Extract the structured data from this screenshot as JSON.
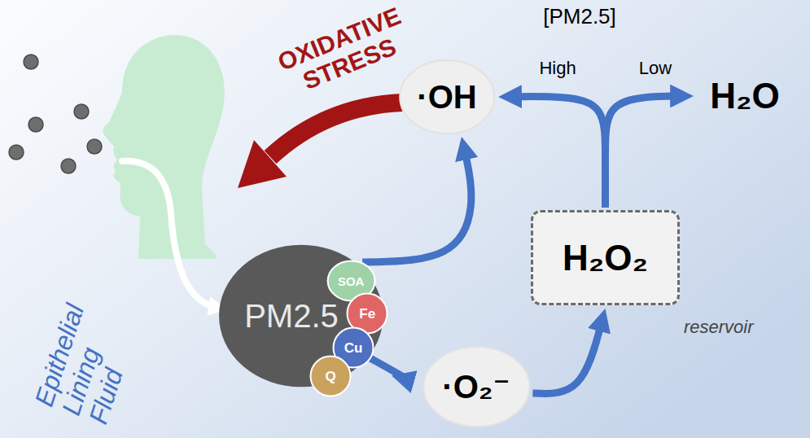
{
  "diagram": {
    "nodes": [
      {
        "text": [
          "·OH"
        ]
      },
      {
        "text": [
          "H₂O"
        ]
      },
      {
        "text": [
          "H₂O₂"
        ]
      },
      {
        "text": [
          "PM2.5"
        ]
      },
      {
        "text": [
          "SOA"
        ],
        "in": 3
      },
      {
        "text": [
          "Fe"
        ],
        "in": 3
      },
      {
        "text": [
          "Cu"
        ],
        "in": 3
      },
      {
        "text": [
          "Q"
        ],
        "in": 3
      },
      {
        "text": [
          "·O₂⁻"
        ]
      }
    ],
    "edges": [
      {
        "from": 4,
        "to": 0,
        "arrow": "to"
      },
      {
        "from": 6,
        "to": 8,
        "arrow": "to"
      },
      {
        "from": 8,
        "to": 2,
        "arrow": "to"
      },
      {
        "from": 2,
        "to": 0,
        "arrow": "to"
      },
      {
        "from": 2,
        "to": 1,
        "arrow": "to"
      }
    ],
    "labels": [
      "OXIDATIVE STRESS",
      "[PM2.5]",
      "High",
      "Low",
      "reservoir",
      "Epithelial Lining Fluid"
    ]
  }
}
